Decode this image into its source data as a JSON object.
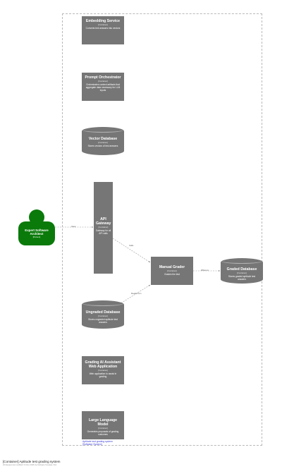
{
  "boundary": {
    "label": "Aptitude test grading system",
    "sublabel": "[Software System]"
  },
  "person": {
    "name": "Expert Software Architect",
    "type": "[Person]"
  },
  "nodes": {
    "embedding": {
      "name": "Embedding Service",
      "type": "[Container]",
      "desc": "Converts text answers into vectors"
    },
    "orchestrator": {
      "name": "Prompt Orchestrator",
      "type": "[Container]",
      "desc": "Orchestrates context artifacts that aggregate data necessary for LLM inputs"
    },
    "vectordb": {
      "name": "Vector Database",
      "type": "[Container]",
      "desc": "Stores vectors of test answers"
    },
    "gateway": {
      "name": "API Gateway",
      "type": "[Container]",
      "desc": "Gateway for all API calls"
    },
    "manual": {
      "name": "Manual Grader",
      "type": "[Container]",
      "desc": "Grades the test"
    },
    "graded": {
      "name": "Graded Database",
      "type": "[Container]",
      "desc": "Stores graded aptitude test answers"
    },
    "ungraded": {
      "name": "Ungraded Database",
      "type": "[Container]",
      "desc": "Stores ungraded aptitude test answers"
    },
    "webapp": {
      "name": "Grading AI Assistant Web Application",
      "type": "[Container]",
      "desc": "Web application to assist in grading"
    },
    "llm": {
      "name": "Large Language Model",
      "type": "[Container]",
      "desc": "Generates proposals of grading outcomes"
    }
  },
  "edges": {
    "uses": "Uses",
    "calls": "Calls",
    "reads_from": "Reads from",
    "writes": "Writes to"
  },
  "footer": {
    "title": "[Container] Aptitude test grading system",
    "subtitle": "Workspace last modified: Fri Dec 2025 via Software Template Tool"
  },
  "colors": {
    "container": "#767676",
    "person": "#0a7a0a",
    "boundary": "#b9b9b9"
  }
}
